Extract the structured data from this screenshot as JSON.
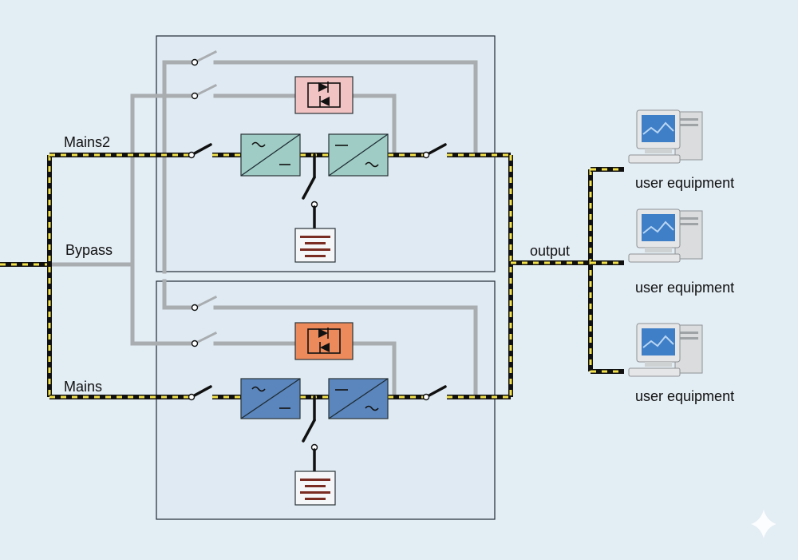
{
  "labels": {
    "mains2": "Mains2",
    "bypass": "Bypass",
    "mains": "Mains",
    "output": "output",
    "user_equipment": [
      "user equipment",
      "user equipment",
      "user equipment"
    ]
  },
  "colors": {
    "background": "#e3edf4",
    "bus_line": "#101010",
    "bus_dash": "#f2e14a",
    "bypass_line": "#a9adb0",
    "unit1_converter": "#9fccc4",
    "unit1_static_switch": "#f2c3c3",
    "unit2_converter": "#5b86bd",
    "unit2_static_switch": "#ec8a5c",
    "battery_plate": "#7a2c22"
  },
  "icons": {
    "rectifier": "ac-to-dc-icon",
    "inverter": "dc-to-ac-icon",
    "static_switch": "thyristor-icon",
    "battery": "battery-icon",
    "computer": "desktop-computer-icon"
  }
}
